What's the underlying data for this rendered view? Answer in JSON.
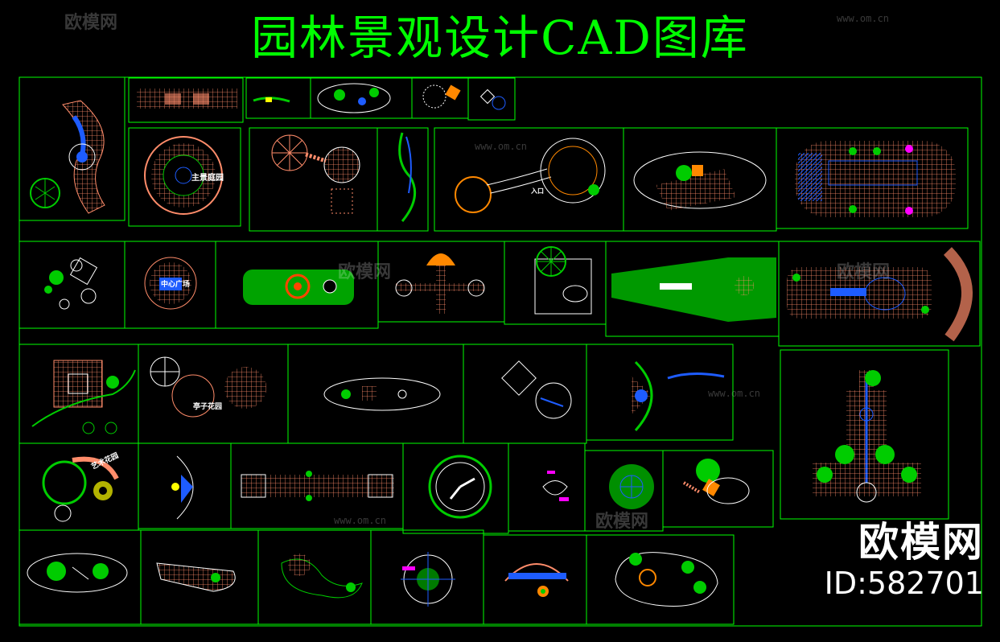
{
  "title": "园林景观设计CAD图库",
  "brand": {
    "logo": "欧模网",
    "id": "ID:582701"
  },
  "watermark": {
    "text": "欧模网",
    "url": "www.om.cn"
  },
  "labels": {
    "main_garden": "主景庭园",
    "central_plaza": "中心广场",
    "pavilion": "亭子花园",
    "art_garden": "艺术花园",
    "entrance": "入口"
  },
  "colors": {
    "background": "#000000",
    "frame": "#00ff00",
    "paving": "#ff8c6a",
    "plant": "#00cc00",
    "water": "#1e5cff",
    "line": "#ffffff",
    "accent_orange": "#ff8800",
    "accent_yellow": "#ffff00",
    "accent_magenta": "#ff00ff"
  }
}
